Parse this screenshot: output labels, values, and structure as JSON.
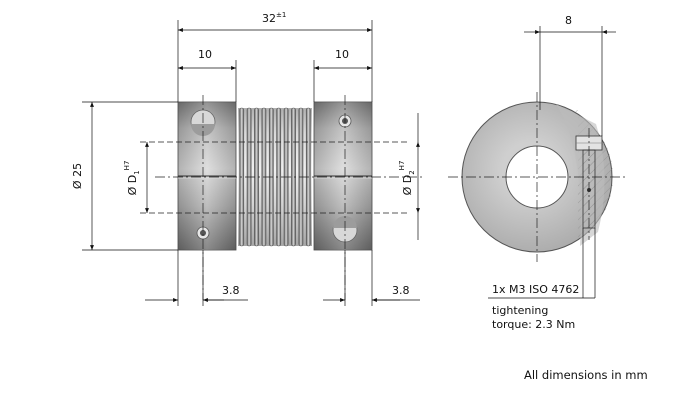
{
  "dimensions": {
    "overall_length": "32",
    "overall_tolerance": "±1",
    "hub_left_length": "10",
    "hub_right_length": "10",
    "right_view_width": "8",
    "outer_diameter": "Ø 25",
    "bore_left": "Ø D",
    "bore_left_sub": "1",
    "bore_left_fit": "H7",
    "bore_right": "Ø D",
    "bore_right_sub": "2",
    "bore_right_fit": "H7",
    "screw_offset_left": "3.8",
    "screw_offset_right": "3.8"
  },
  "notes": {
    "screw": "1x M3 ISO 4762",
    "tightening_line1": "tightening",
    "tightening_line2": "torque: 2.3 Nm"
  },
  "footer": "All dimensions in mm"
}
